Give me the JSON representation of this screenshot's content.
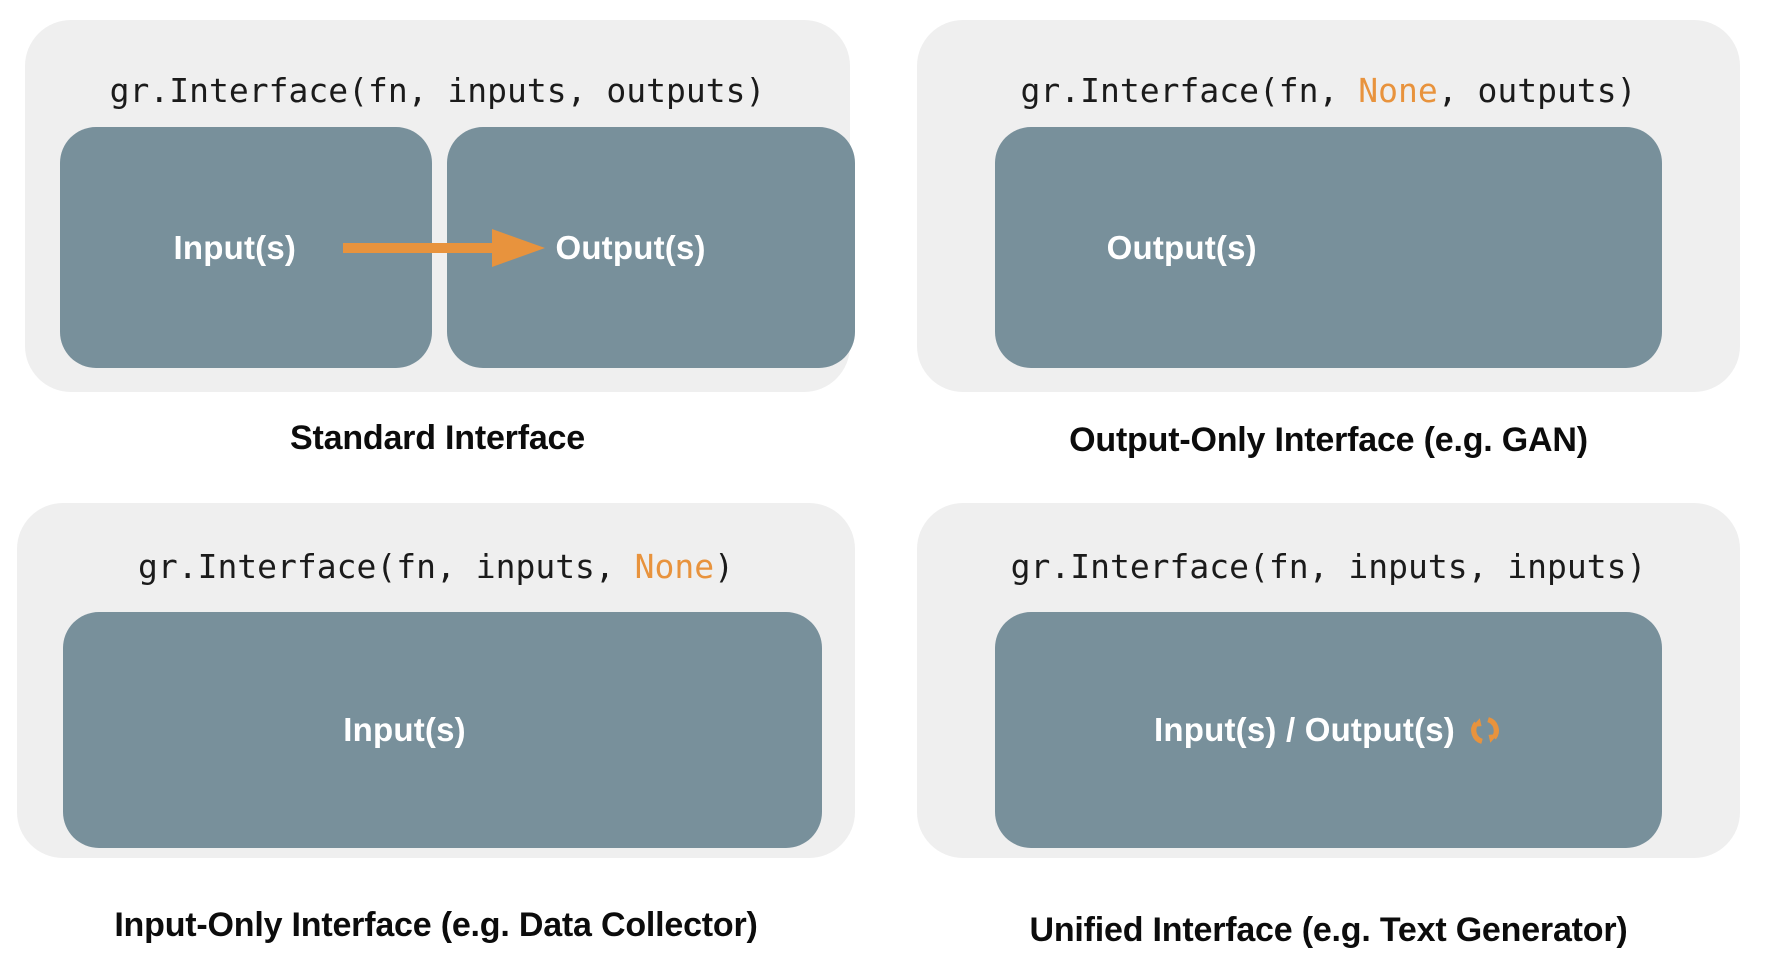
{
  "colors": {
    "page_bg": "#FFFFFF",
    "panel_bg": "#EFEFEF",
    "box_bg": "#78909B",
    "accent_orange": "#E8933D",
    "code_text": "#1B1B1B",
    "caption_text": "#0C0C0C",
    "box_label_text": "#FFFFFF"
  },
  "quadrants": [
    {
      "name": "standard-interface",
      "code": {
        "pre": "gr.Interface(fn, inputs, outputs)",
        "highlight": "",
        "post": ""
      },
      "boxes": [
        "Input(s)",
        "Output(s)"
      ],
      "icon": "right-arrow-icon",
      "caption": "Standard Interface"
    },
    {
      "name": "output-only-interface",
      "code": {
        "pre": "gr.Interface(fn, ",
        "highlight": "None",
        "post": ", outputs)"
      },
      "boxes": [
        "Output(s)"
      ],
      "icon": "",
      "caption": "Output-Only Interface (e.g. GAN)"
    },
    {
      "name": "input-only-interface",
      "code": {
        "pre": "gr.Interface(fn, inputs, ",
        "highlight": "None",
        "post": ")"
      },
      "boxes": [
        "Input(s)"
      ],
      "icon": "",
      "caption": "Input-Only Interface (e.g. Data Collector)"
    },
    {
      "name": "unified-interface",
      "code": {
        "pre": "gr.Interface(fn, inputs, inputs)",
        "highlight": "",
        "post": ""
      },
      "boxes": [
        "Input(s) / Output(s)"
      ],
      "icon": "refresh-icon",
      "caption": "Unified Interface (e.g. Text Generator)"
    }
  ]
}
